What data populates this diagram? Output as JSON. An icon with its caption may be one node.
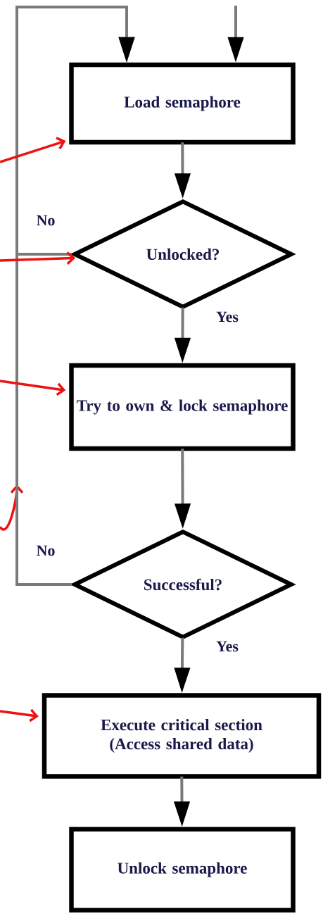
{
  "diagram": {
    "nodes": [
      {
        "text": [
          "Load semaphore"
        ]
      },
      {
        "text": [
          "Unlocked?"
        ]
      },
      {
        "text": [
          "Try to own & lock semaphore"
        ]
      },
      {
        "text": [
          "Successful?"
        ]
      },
      {
        "text": [
          "Execute critical section (Access shared data)"
        ]
      },
      {
        "text": [
          "Unlock semaphore"
        ]
      }
    ],
    "edges": [
      {
        "from": null,
        "to": 0,
        "arrow": "to"
      },
      {
        "from": 0,
        "to": 1,
        "arrow": "to"
      },
      {
        "from": 1,
        "to": 2,
        "arrow": "to",
        "label": "Yes"
      },
      {
        "from": 2,
        "to": 3,
        "arrow": "to"
      },
      {
        "from": 3,
        "to": 4,
        "arrow": "to",
        "label": "Yes"
      },
      {
        "from": 4,
        "to": 5,
        "arrow": "to"
      },
      {
        "from": 1,
        "to": 0,
        "arrow": "to",
        "label": "No"
      },
      {
        "from": 3,
        "to": 0,
        "arrow": "to",
        "label": "No"
      },
      {
        "from": null,
        "to": 0,
        "arrow": "to",
        "color": "#ee1111"
      },
      {
        "from": null,
        "to": 1,
        "arrow": "to",
        "color": "#ee1111"
      },
      {
        "from": null,
        "to": 2,
        "arrow": "to",
        "color": "#ee1111"
      },
      {
        "from": null,
        "to": 4,
        "arrow": "to",
        "color": "#ee1111"
      }
    ]
  }
}
